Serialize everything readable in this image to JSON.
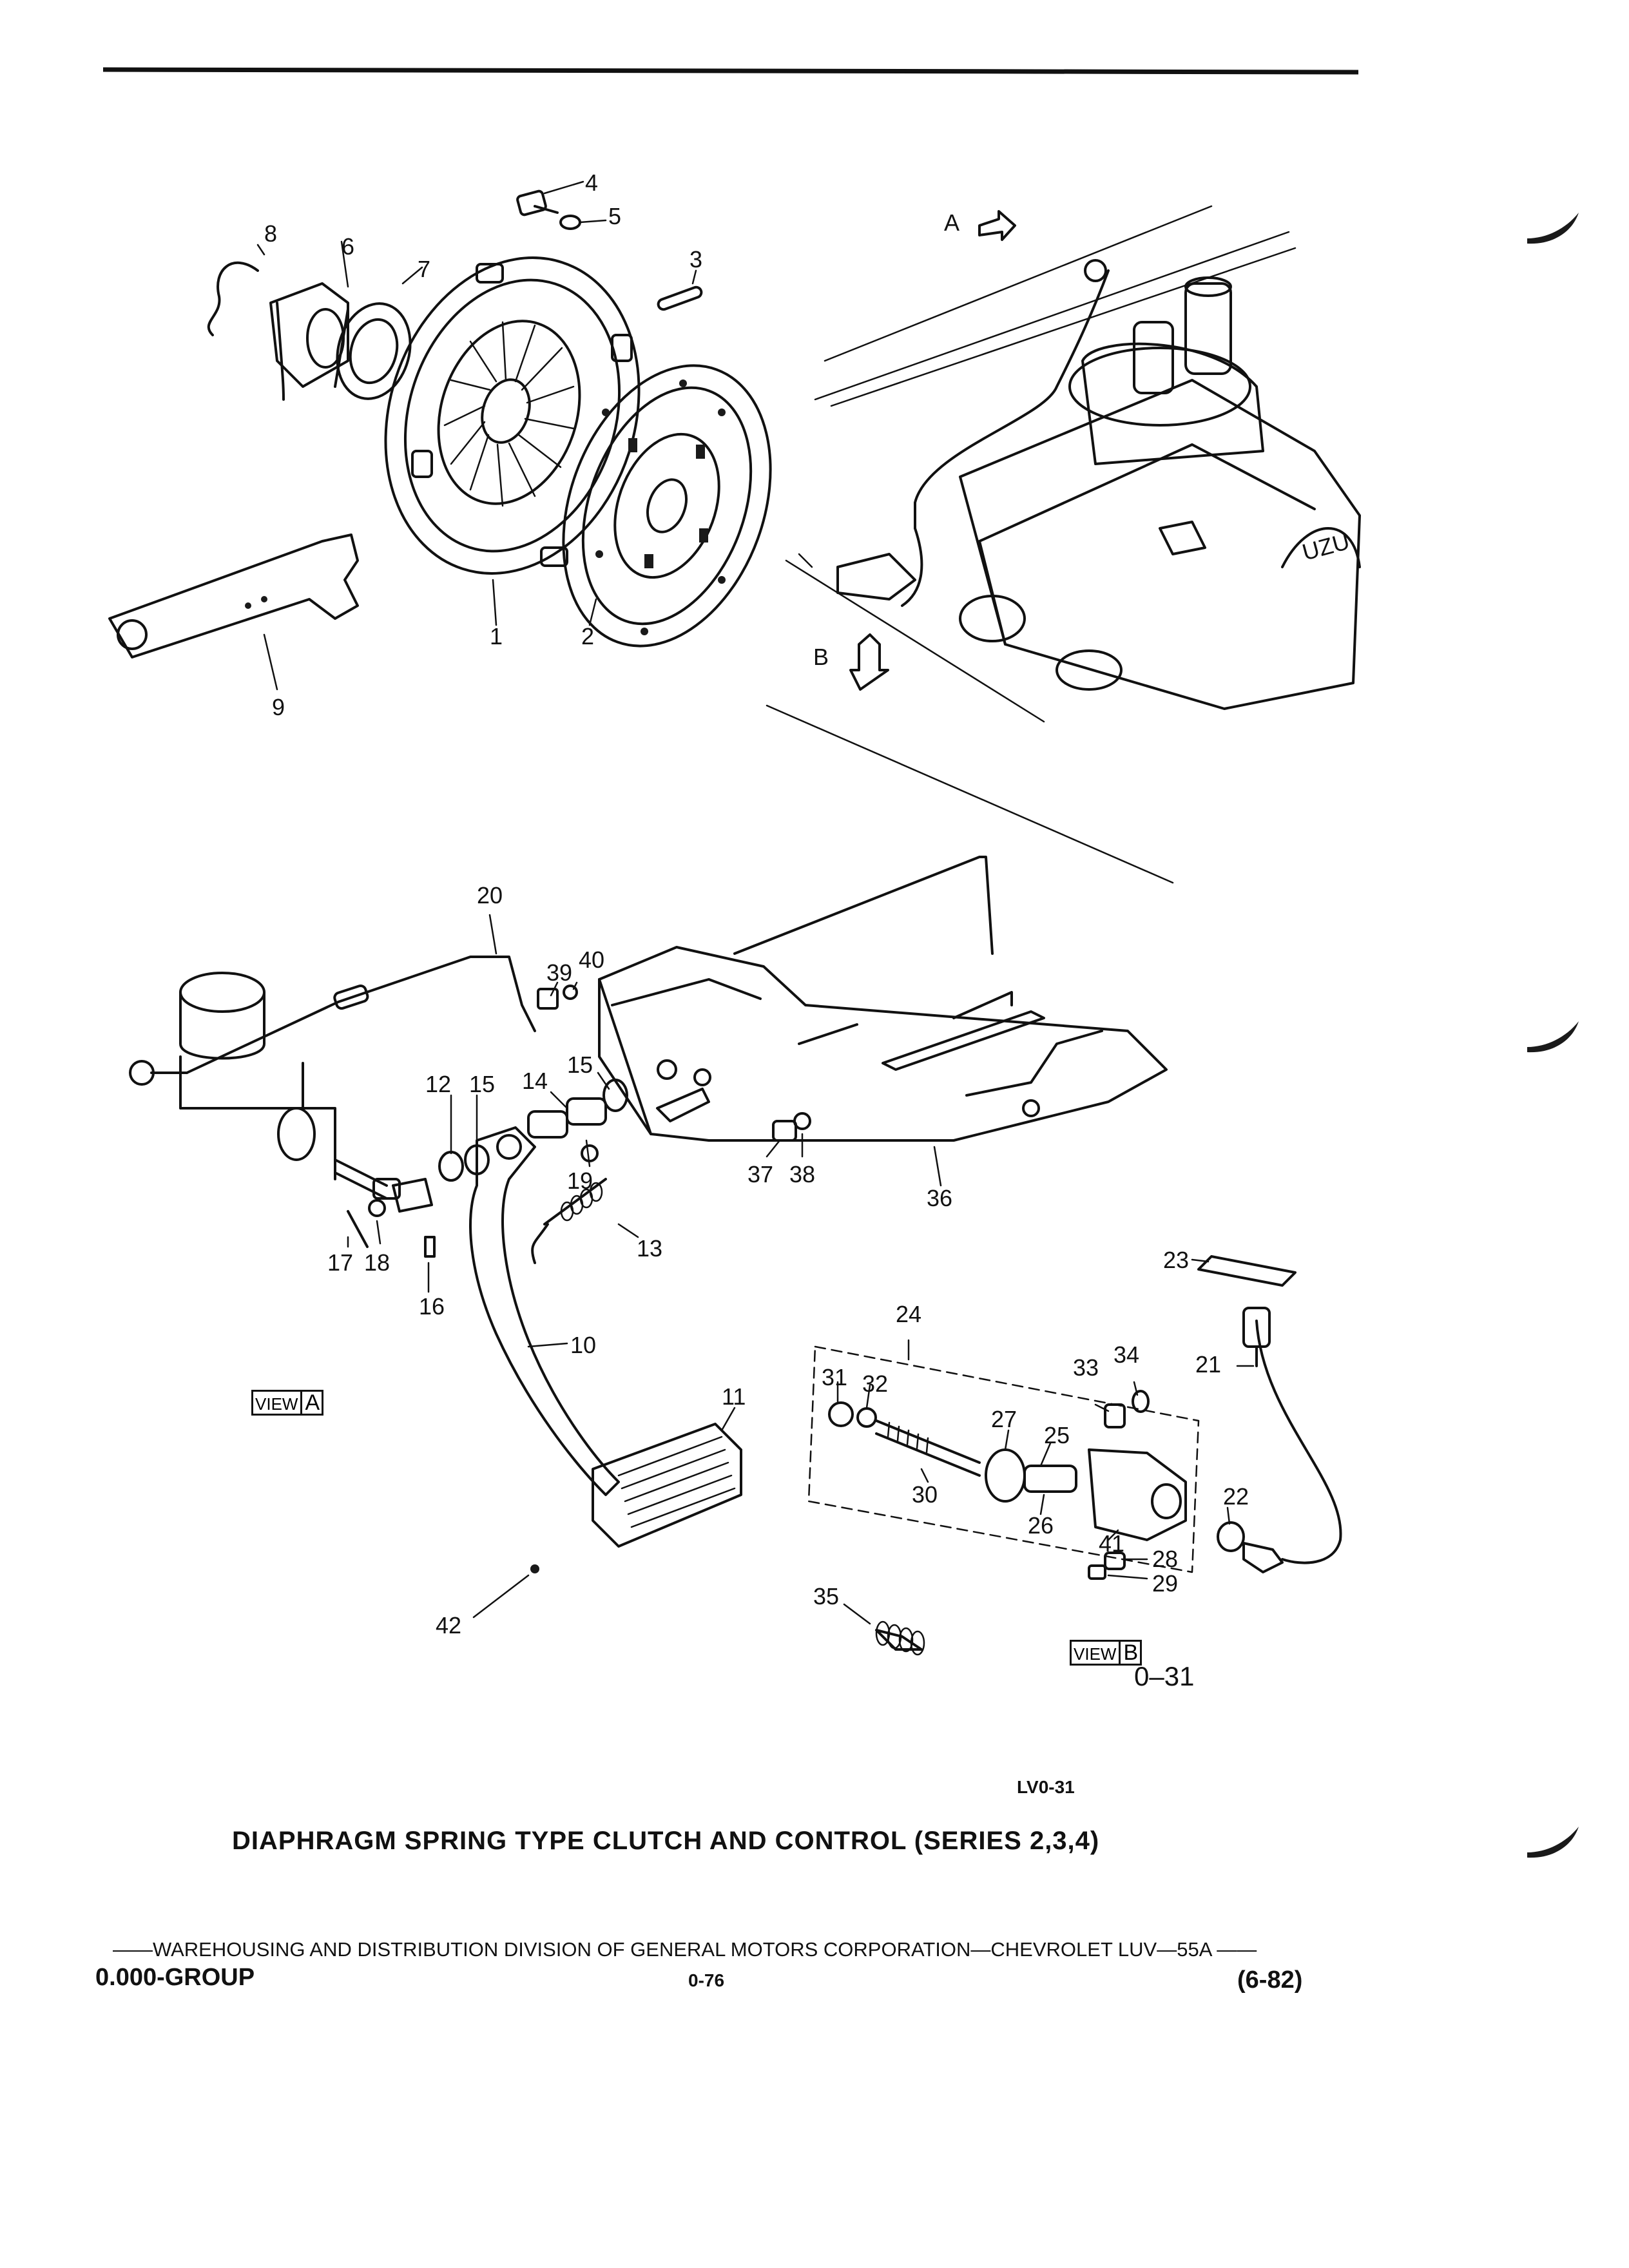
{
  "figure_code": "0–31",
  "figure_ref": "LV0-31",
  "title": "DIAPHRAGM SPRING TYPE CLUTCH AND CONTROL (SERIES 2,3,4)",
  "footer": {
    "line": "——WAREHOUSING AND DISTRIBUTION  DIVISION OF GENERAL MOTORS CORPORATION—CHEVROLET LUV—55A  ——",
    "group": "0.000-GROUP",
    "page": "0-76",
    "date": "(6-82)"
  },
  "views": {
    "a": {
      "prefix": "VIEW",
      "letter": "A"
    },
    "b": {
      "prefix": "VIEW",
      "letter": "B"
    }
  },
  "arrows": {
    "a": "A",
    "b": "B"
  },
  "callouts": {
    "c1": "1",
    "c2": "2",
    "c3": "3",
    "c4": "4",
    "c5": "5",
    "c6": "6",
    "c7": "7",
    "c8": "8",
    "c9": "9",
    "c10": "10",
    "c11": "11",
    "c12": "12",
    "c13": "13",
    "c14": "14",
    "c15a": "15",
    "c15b": "15",
    "c16": "16",
    "c17": "17",
    "c18": "18",
    "c19": "19",
    "c20": "20",
    "c21": "21",
    "c22": "22",
    "c23": "23",
    "c24": "24",
    "c25": "25",
    "c26": "26",
    "c27": "27",
    "c28": "28",
    "c29": "29",
    "c30": "30",
    "c31": "31",
    "c32": "32",
    "c33": "33",
    "c34": "34",
    "c35": "35",
    "c36": "36",
    "c37": "37",
    "c38": "38",
    "c39": "39",
    "c40": "40",
    "c41": "41",
    "c42": "42"
  }
}
